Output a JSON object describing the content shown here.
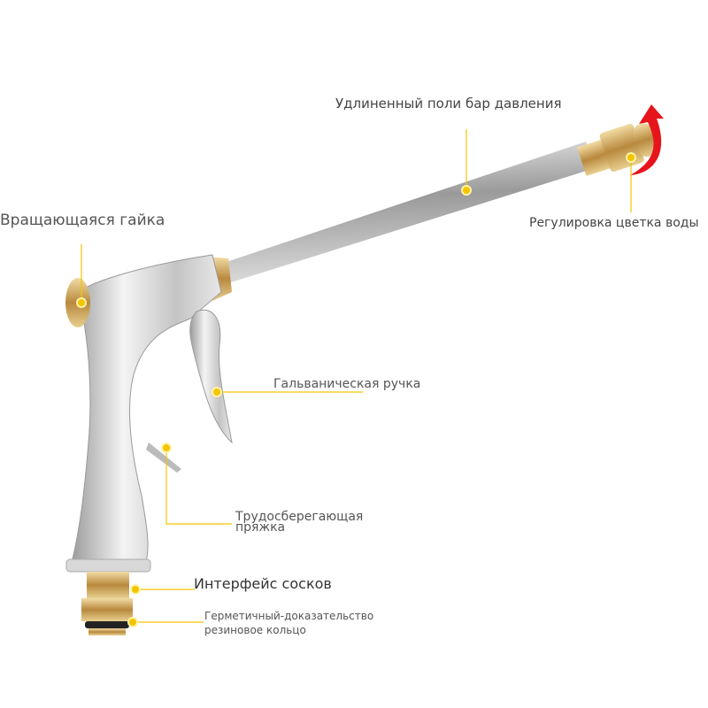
{
  "labels": {
    "pole": "Удлиненный поли бар давления",
    "nut": "Вращающаяся гайка",
    "flower": "Регулировка цветка воды",
    "handle": "Гальваническая ручка",
    "buckle_1": "Трудосберегающая",
    "buckle_2": "пряжка",
    "nipple": "Интерфейс сосков",
    "ring_1": "Герметичный-доказательство",
    "ring_2": "резиновое кольцо"
  },
  "colors": {
    "accent": "#f5c400",
    "arrow": "#e8141c",
    "brass": "#c9a45a",
    "metal": "#c8c8c8"
  }
}
